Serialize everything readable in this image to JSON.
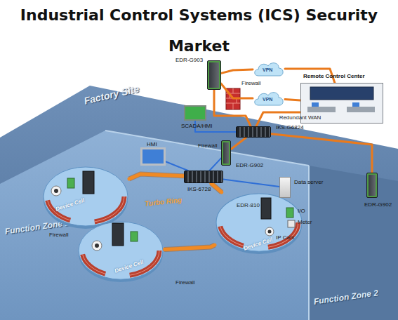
{
  "diagram": {
    "title": "Industrial Control Systems (ICS) Security Market",
    "nodes": [
      {
        "text": [
          "Factory Site"
        ]
      },
      {
        "text": [
          "Function Zone 1"
        ],
        "in": 0
      },
      {
        "text": [
          "Function Zone 2"
        ],
        "in": 0
      },
      {
        "text": [
          "Device Cell"
        ],
        "in": 1
      },
      {
        "text": [
          "Device Cell"
        ],
        "in": 1
      },
      {
        "text": [
          "Device Cell"
        ],
        "in": 1
      },
      {
        "text": [
          "EDR-G903"
        ]
      },
      {
        "text": [
          "VPN"
        ]
      },
      {
        "text": [
          "VPN"
        ]
      },
      {
        "text": [
          "Remote Control Center"
        ]
      },
      {
        "text": [
          "SCADA/HMI"
        ],
        "in": 0
      },
      {
        "text": [
          "IKS-G6824"
        ],
        "in": 0
      },
      {
        "text": [
          "EDR-G902"
        ],
        "in": 0
      },
      {
        "text": [
          "IKS-6728"
        ],
        "in": 1
      },
      {
        "text": [
          "HMI"
        ],
        "in": 1
      },
      {
        "text": [
          "Data server"
        ],
        "in": 1
      },
      {
        "text": [
          "EDR-G902"
        ],
        "in": 2
      }
    ],
    "edges": [
      {
        "from": 6,
        "to": 7,
        "arrow": "none"
      },
      {
        "from": 6,
        "to": 8,
        "arrow": "none"
      },
      {
        "from": 7,
        "to": 9,
        "arrow": "none"
      },
      {
        "from": 8,
        "to": 9,
        "arrow": "none"
      },
      {
        "from": 6,
        "to": 11,
        "arrow": "none"
      },
      {
        "from": 11,
        "to": 9,
        "label": "Redundant WAN",
        "arrow": "none"
      },
      {
        "from": 10,
        "to": 11,
        "arrow": "none"
      },
      {
        "from": 11,
        "to": 12,
        "arrow": "none"
      },
      {
        "from": 12,
        "to": 13,
        "arrow": "none"
      },
      {
        "from": 13,
        "to": 14,
        "arrow": "none"
      },
      {
        "from": 13,
        "to": 15,
        "arrow": "none"
      },
      {
        "from": 11,
        "to": 16,
        "arrow": "none"
      },
      {
        "from": 13,
        "to": 5,
        "arrow": "none"
      },
      {
        "from": 5,
        "to": 4,
        "arrow": "none"
      },
      {
        "from": 4,
        "to": 3,
        "arrow": "none"
      },
      {
        "from": 3,
        "to": 13,
        "arrow": "none"
      }
    ],
    "labels": [
      "Firewall",
      "Firewall",
      "Firewall",
      "Firewall",
      "Turbo Ring",
      "EDR-810",
      "I/O",
      "Meter",
      "IP Cam"
    ]
  }
}
